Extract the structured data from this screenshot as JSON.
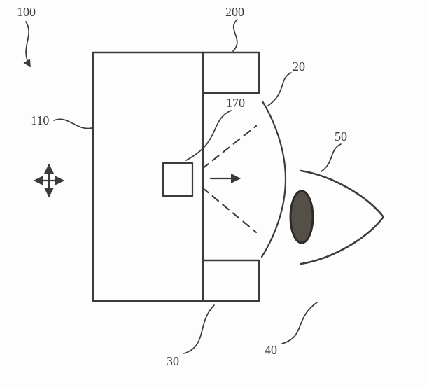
{
  "figure": {
    "type": "patent-line-drawing",
    "description": "Head-mounted display optical assembly with housing, display module, emitter, lens and user eye",
    "labels": {
      "assembly": "100",
      "display_module": "200",
      "lens": "20",
      "housing": "110",
      "emitter": "170",
      "eye": "50",
      "bottom_module": "30",
      "light_path": "40"
    },
    "colors": {
      "ink": "#3b3b3b",
      "pupil_fill": "#555047",
      "background": "#fdfdfd"
    }
  }
}
